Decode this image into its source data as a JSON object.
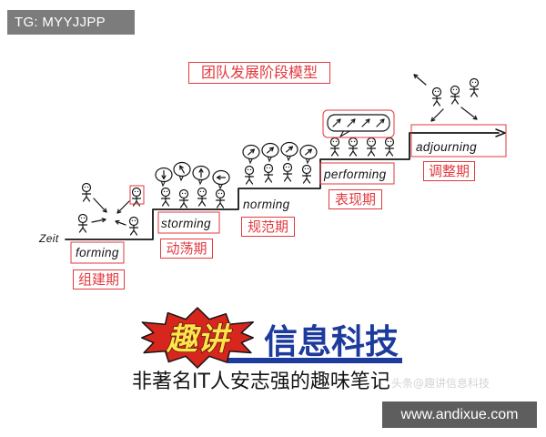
{
  "watermark_top": {
    "text": "TG: MYYJJPP"
  },
  "title": "团队发展阶段模型",
  "diagram": {
    "time_label": "Zeit",
    "stages": [
      {
        "handwritten": "forming",
        "label": "组建期"
      },
      {
        "handwritten": "storming",
        "label": "动荡期"
      },
      {
        "handwritten": "norming",
        "label": "规范期"
      },
      {
        "handwritten": "performing",
        "label": "表现期"
      },
      {
        "handwritten": "adjourning",
        "label": "调整期"
      }
    ]
  },
  "banner": {
    "badge": "趣讲",
    "brand": "信息科技",
    "tagline": "非著名IT人安志强的趣味笔记",
    "faint_watermark": "头条@趣讲信息科技"
  },
  "site": "www.andixue.com",
  "colors": {
    "annotation_red": "#e23a3f",
    "brand_blue": "#1d3b9c",
    "badge_burst_red": "#d7261d",
    "badge_text_yellow": "#ffe34d"
  }
}
